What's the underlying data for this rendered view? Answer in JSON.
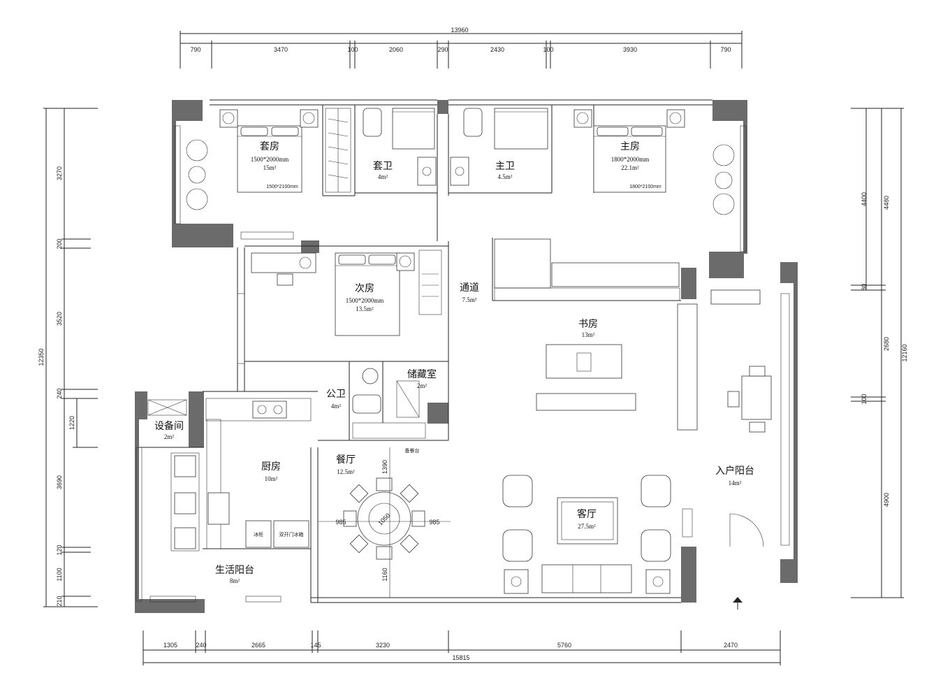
{
  "dimensions": {
    "top_total": "13960",
    "top_segments": [
      "790",
      "3470",
      "100",
      "2060",
      "290",
      "2430",
      "100",
      "3930",
      "790"
    ],
    "bottom_total": "15815",
    "bottom_segments": [
      "1305",
      "240",
      "2665",
      "145",
      "3230",
      "5760",
      "2470"
    ],
    "left_total": "12350",
    "left_segments": [
      "3270",
      "200",
      "3520",
      "240",
      "1220",
      "3690",
      "120",
      "1100",
      "210"
    ],
    "right_total": "12160",
    "right_outer_segments": [
      "4480",
      "2680",
      "4900"
    ],
    "right_inner_segments": [
      "4400",
      "80",
      "100"
    ],
    "dining_dims": [
      "1390",
      "985",
      "1050",
      "985",
      "1160"
    ]
  },
  "rooms": [
    {
      "key": "suite_bedroom",
      "name": "套房",
      "size": "1500*2000mm",
      "area": "15m²"
    },
    {
      "key": "suite_bath",
      "name": "套卫",
      "area": "4m²"
    },
    {
      "key": "master_bath",
      "name": "主卫",
      "area": "4.5m²"
    },
    {
      "key": "master_bedroom",
      "name": "主房",
      "size": "1800*2000mm",
      "area": "22.1m²"
    },
    {
      "key": "second_bedroom",
      "name": "次房",
      "size": "1500*2000mm",
      "area": "13.5m²"
    },
    {
      "key": "corridor",
      "name": "通道",
      "area": "7.5m²"
    },
    {
      "key": "study",
      "name": "书房",
      "area": "13m²"
    },
    {
      "key": "storage",
      "name": "储藏室",
      "area": "2m²"
    },
    {
      "key": "public_bath",
      "name": "公卫",
      "area": "4m²"
    },
    {
      "key": "equipment",
      "name": "设备间",
      "area": "2m²"
    },
    {
      "key": "kitchen",
      "name": "厨房",
      "area": "10m²"
    },
    {
      "key": "dining",
      "name": "餐厅",
      "area": "12.5m²"
    },
    {
      "key": "living",
      "name": "客厅",
      "area": "27.5m²"
    },
    {
      "key": "entry_balcony",
      "name": "入户阳台",
      "area": "14m²"
    },
    {
      "key": "utility_balcony",
      "name": "生活阳台",
      "area": "8m²"
    }
  ],
  "notes": {
    "bed_tag_left": "1500*2100mm",
    "bed_tag_right": "1800*2100mm",
    "sideboard": "备餐台",
    "fridge_left": "冰柜",
    "fridge_right": "双开门冰箱"
  }
}
